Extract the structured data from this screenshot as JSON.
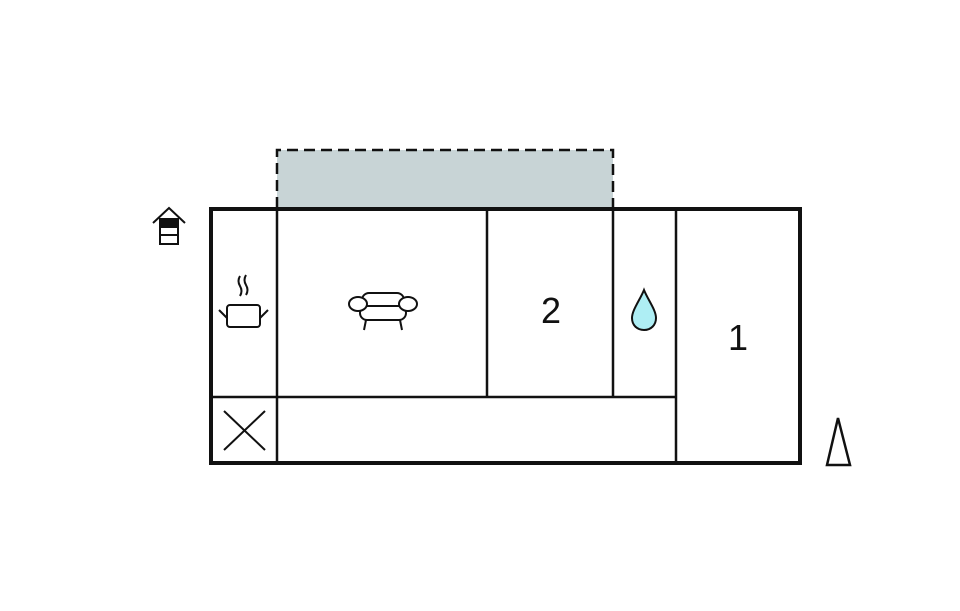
{
  "floorplan": {
    "colors": {
      "wall": "#111111",
      "terrace_fill": "#c8d4d6",
      "water_drop_fill": "#aeeef4",
      "background": "#ffffff"
    },
    "rooms": [
      {
        "id": "kitchen",
        "icon": "cooking-pot-icon",
        "label": ""
      },
      {
        "id": "living-room",
        "icon": "sofa-icon",
        "label": ""
      },
      {
        "id": "bedroom-2",
        "icon": "",
        "label": "2"
      },
      {
        "id": "bathroom",
        "icon": "water-drop-icon",
        "label": ""
      },
      {
        "id": "bedroom-1",
        "icon": "",
        "label": "1"
      },
      {
        "id": "entry",
        "icon": "cross-icon",
        "label": ""
      },
      {
        "id": "hallway",
        "icon": "",
        "label": ""
      }
    ],
    "terrace": {
      "style": "dashed",
      "label": ""
    },
    "entrance_icon": "house-entrance-icon",
    "north_icon": "north-arrow-icon",
    "labels": {
      "bedroom_2": "2",
      "bedroom_1": "1"
    }
  }
}
